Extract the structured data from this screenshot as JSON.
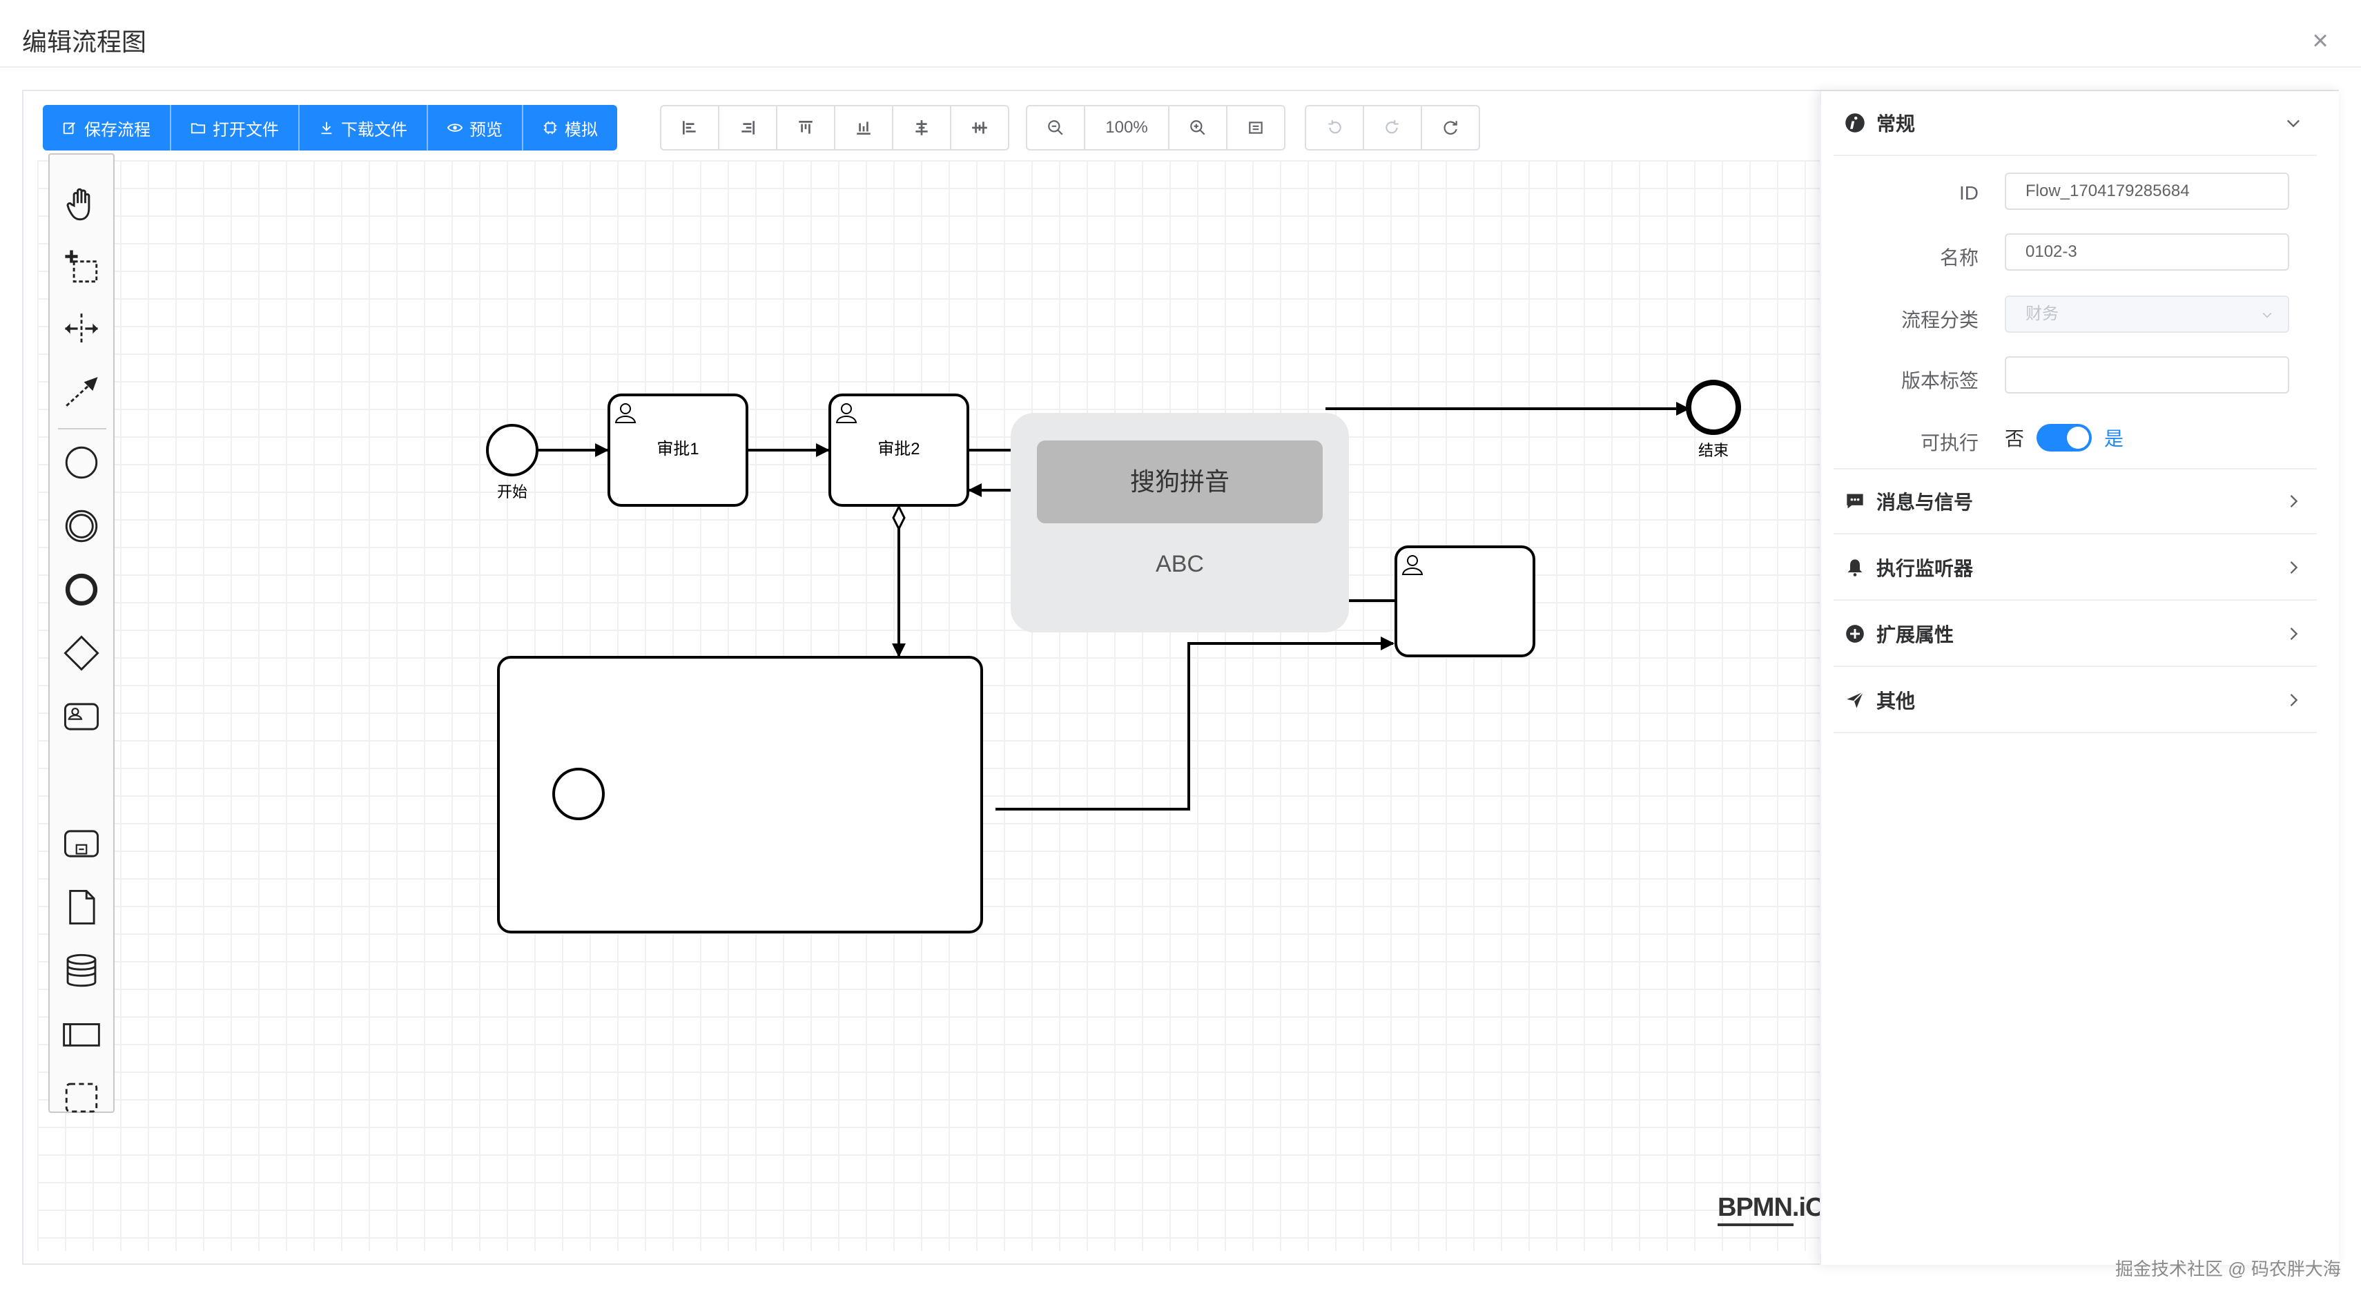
{
  "dialog": {
    "title": "编辑流程图",
    "close_label": "×"
  },
  "toolbar": {
    "primary": [
      {
        "label": "保存流程",
        "icon": "edit-icon"
      },
      {
        "label": "打开文件",
        "icon": "folder-icon"
      },
      {
        "label": "下载文件",
        "icon": "download-icon"
      },
      {
        "label": "预览",
        "icon": "eye-icon"
      },
      {
        "label": "模拟",
        "icon": "cpu-icon"
      }
    ],
    "align_buttons": [
      "align-left-icon",
      "align-right-icon",
      "align-top-icon",
      "align-bottom-icon",
      "align-center-icon",
      "align-middle-icon"
    ],
    "zoom": {
      "zoom_out": "zoom-out-icon",
      "value": "100%",
      "zoom_in": "zoom-in-icon",
      "fit": "fit-icon"
    },
    "history": [
      "undo-icon",
      "redo-icon",
      "refresh-icon"
    ]
  },
  "palette": [
    "hand-tool",
    "lasso-tool",
    "space-tool",
    "connect-tool",
    "start-event",
    "intermediate-event",
    "end-event",
    "gateway",
    "user-task",
    "subprocess",
    "data-object",
    "data-store",
    "pool",
    "group"
  ],
  "diagram": {
    "start_label": "开始",
    "end_label": "结束",
    "task1_label": "审批1",
    "task2_label": "审批2",
    "ime_candidate": "搜狗拼音",
    "ime_input": "ABC"
  },
  "bpmn_logo": "BPMN.iO",
  "panel": {
    "general": {
      "title": "常规",
      "fields": {
        "id_label": "ID",
        "id_value": "Flow_1704179285684",
        "name_label": "名称",
        "name_value": "0102-3",
        "category_label": "流程分类",
        "category_value": "财务",
        "version_label": "版本标签",
        "version_value": "",
        "executable_label": "可执行",
        "executable_off": "否",
        "executable_on": "是"
      }
    },
    "sections": [
      {
        "title": "消息与信号",
        "icon": "message-icon"
      },
      {
        "title": "执行监听器",
        "icon": "bell-icon"
      },
      {
        "title": "扩展属性",
        "icon": "plus-circle-icon"
      },
      {
        "title": "其他",
        "icon": "send-icon"
      }
    ]
  },
  "watermark": "掘金技术社区 @ 码农胖大海",
  "colors": {
    "primary": "#1e88ff",
    "border": "#dcdfe6"
  }
}
